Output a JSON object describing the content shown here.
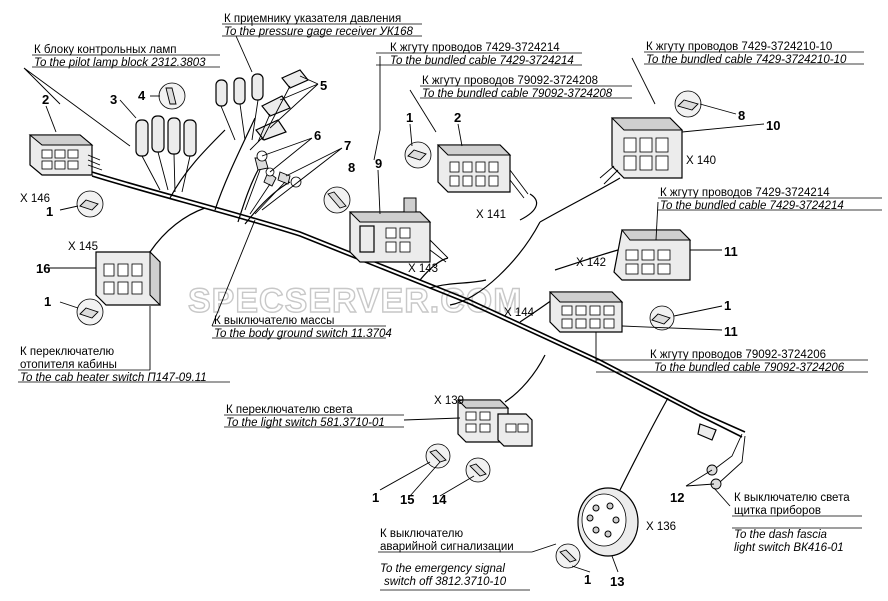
{
  "watermark": "SPECSERVER.COM",
  "labels": {
    "pressure_ru": "К приемнику указателя давления",
    "pressure_en": "To the pressure gage receiver УК168",
    "pilot_ru": "К блоку контрольных ламп",
    "pilot_en": "To the pilot lamp block 2312.3803",
    "bundle1_ru": "К жгуту проводов 7429-3724214",
    "bundle1_en": "To the bundled cable 7429-3724214",
    "bundle2_ru": "К жгуту проводов 79092-3724208",
    "bundle2_en": "To the bundled cable 79092-3724208",
    "bundle3_ru": "К жгуту проводов 7429-3724210-10",
    "bundle3_en": "To the bundled cable 7429-3724210-10",
    "bundle4_ru": "К жгуту проводов 7429-3724214",
    "bundle4_en": "To the bundled cable 7429-3724214",
    "bundle5_ru": "К жгуту проводов 79092-3724206",
    "bundle5_en": "To the bundled cable 79092-3724206",
    "ground_ru": "К выключателю массы",
    "ground_en": "To the body ground switch 11.3704",
    "heater_ru1": "К переключателю",
    "heater_ru2": "отопителя кабины",
    "heater_en": "To the cab heater switch П147-09.11",
    "light_ru": "К переключателю света",
    "light_en": "To the light switch 581.3710-01",
    "emerg_ru1": "К выключателю",
    "emerg_ru2": "аварийной сигнализации",
    "emerg_en1": "To the emergency signal",
    "emerg_en2": "switch off 3812.3710-10",
    "dash_ru1": "К выключателю света",
    "dash_ru2": "щитка приборов",
    "dash_en1": "To the dash fascia",
    "dash_en2": "light switch ВК416-01"
  },
  "connectors": {
    "x146": "X 146",
    "x145": "X 145",
    "x143": "X 143",
    "x141": "X 141",
    "x140": "X 140",
    "x142": "X 142",
    "x144": "X 144",
    "x139": "X 139",
    "x136": "X 136"
  },
  "callouts": {
    "c1": "1",
    "c2": "2",
    "c3": "3",
    "c4": "4",
    "c5": "5",
    "c6": "6",
    "c7": "7",
    "c8": "8",
    "c9": "9",
    "c10": "10",
    "c11": "11",
    "c12": "12",
    "c13": "13",
    "c14": "14",
    "c15": "15",
    "c16": "16"
  }
}
